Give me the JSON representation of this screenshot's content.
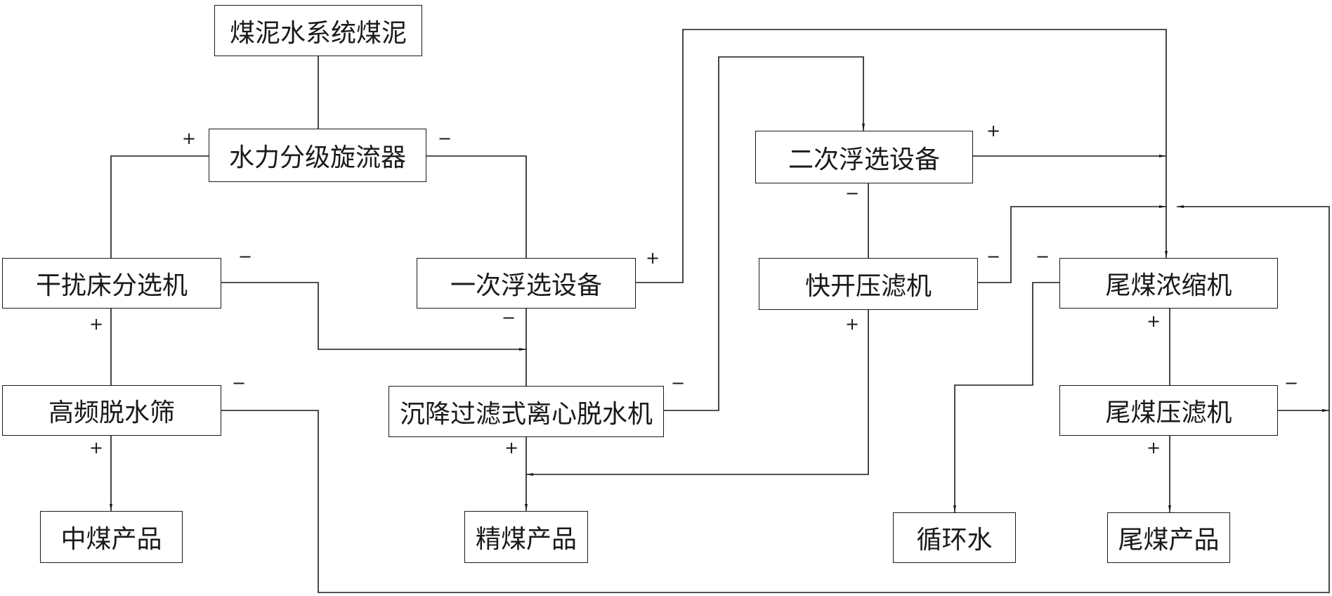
{
  "boxes": {
    "coal_slurry": "煤泥水系统煤泥",
    "hydrocyclone": "水力分级旋流器",
    "tbs": "干扰床分选机",
    "first_flotation": "一次浮选设备",
    "second_flotation": "二次浮选设备",
    "quick_filter_press": "快开压滤机",
    "tailings_thickener": "尾煤浓缩机",
    "hf_screen": "高频脱水筛",
    "centrifuge": "沉降过滤式离心脱水机",
    "tailings_filter_press": "尾煤压滤机",
    "middlings": "中煤产品",
    "clean_coal": "精煤产品",
    "circulating_water": "循环水",
    "tailings_product": "尾煤产品"
  },
  "signs": {
    "plus": "+",
    "minus": "−"
  },
  "line_color": "#1a1a1a"
}
